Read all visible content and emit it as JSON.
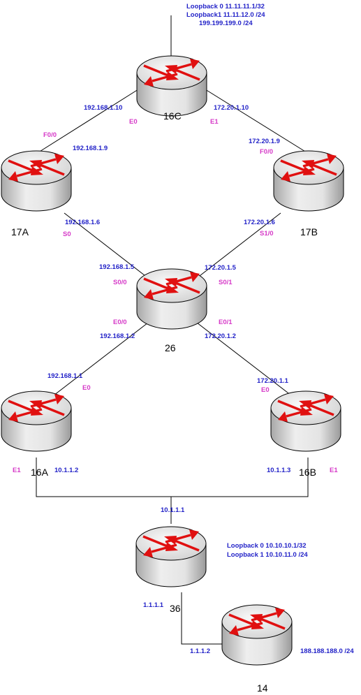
{
  "colors": {
    "ip_text": "#2323c8",
    "interface_text": "#d63ac8",
    "arrow": "#e01010",
    "router_body": "#d8d8d8"
  },
  "routers": [
    {
      "id": "r16c",
      "name": "16C",
      "icon": "router-icon"
    },
    {
      "id": "r17a",
      "name": "17A",
      "icon": "router-icon"
    },
    {
      "id": "r17b",
      "name": "17B",
      "icon": "router-icon"
    },
    {
      "id": "r26",
      "name": "26",
      "icon": "router-icon"
    },
    {
      "id": "r16a",
      "name": "16A",
      "icon": "router-icon"
    },
    {
      "id": "r16b",
      "name": "16B",
      "icon": "router-icon"
    },
    {
      "id": "r36",
      "name": "36",
      "icon": "router-icon"
    },
    {
      "id": "r14",
      "name": "14",
      "icon": "router-icon"
    }
  ],
  "loopbacks": {
    "r16c": [
      "Loopback 0 11.11.11.1/32",
      "Loopback1 11.11.12.0 /24",
      "199.199.199.0 /24"
    ],
    "r36": [
      "Loopback 0 10.10.10.1/32",
      "Loopback 1 10.10.11.0 /24"
    ],
    "r14": [
      "188.188.188.0 /24"
    ]
  },
  "ip_labels": [
    "192.168.1.10",
    "172.20.1.10",
    "192.168.1.9",
    "172.20.1.9",
    "192.168.1.6",
    "172.20.1.6",
    "192.168.1.5",
    "172.20.1.5",
    "192.168.1.2",
    "172.20.1.2",
    "192.168.1.1",
    "172.20.1.1",
    "10.1.1.2",
    "10.1.1.3",
    "10.1.1.1",
    "1.1.1.1",
    "1.1.1.2"
  ],
  "interface_labels": [
    "E0",
    "E1",
    "F0/0",
    "F0/0",
    "S0",
    "S1/0",
    "S0/0",
    "S0/1",
    "E0/0",
    "E0/1",
    "E0",
    "E0",
    "E1",
    "E1"
  ]
}
